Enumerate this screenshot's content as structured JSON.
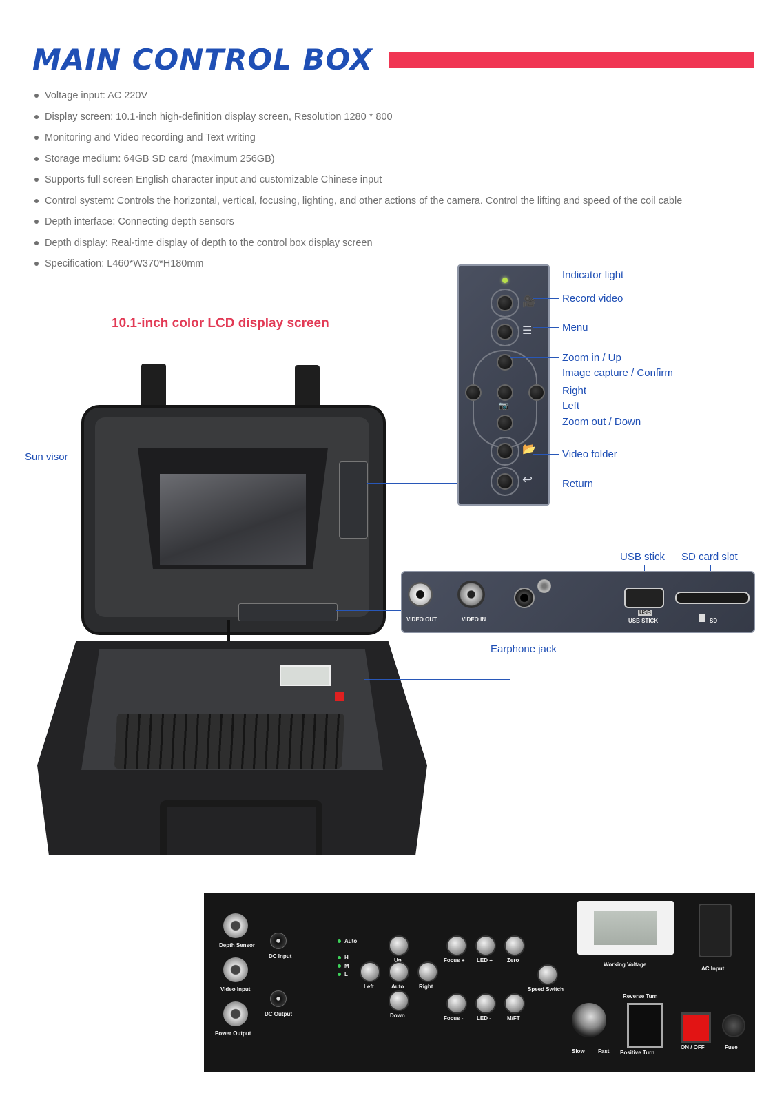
{
  "header": {
    "title": "MAIN CONTROL BOX",
    "accent_color": "#f03653",
    "title_color": "#1f4fb5"
  },
  "specs": [
    "Voltage input: AC 220V",
    "Display screen: 10.1-inch high-definition display screen, Resolution 1280 * 800",
    "Monitoring and Video recording and Text writing",
    "Storage medium: 64GB SD card (maximum 256GB)",
    "Supports full screen English character input and customizable Chinese input",
    "Control system: Controls the horizontal, vertical, focusing, lighting, and other actions of the camera. Control the lifting and speed of the coil cable",
    "Depth interface: Connecting depth sensors",
    "Depth display: Real-time display of depth to the control box display screen",
    "Specification:  L460*W370*H180mm"
  ],
  "callouts": {
    "lcd": "10.1-inch color LCD display screen",
    "sun_visor": "Sun visor",
    "indicator_light": "Indicator light",
    "record_video": "Record video",
    "menu": "Menu",
    "zoom_in": "Zoom in / Up",
    "image_capture": "Image capture / Confirm",
    "right": "Right",
    "left": "Left",
    "zoom_out": "Zoom out / Down",
    "video_folder": "Video folder",
    "return": "Return",
    "usb_stick": "USB stick",
    "sd_slot": "SD card slot",
    "earphone": "Earphone jack"
  },
  "io_panel": {
    "video_out": "VIDEO OUT",
    "video_in": "VIDEO IN",
    "usb": "USB STICK",
    "usb_tag": "USB",
    "sd": "SD"
  },
  "control_panel": {
    "depth_sensor": "Depth Sensor",
    "video_input": "Video Input",
    "power_output": "Power Output",
    "dc_input": "DC Input",
    "dc_output": "DC Output",
    "auto_led": "Auto",
    "h": "H",
    "m": "M",
    "l": "L",
    "up": "Up",
    "left": "Left",
    "auto": "Auto",
    "right": "Right",
    "down": "Down",
    "focus_plus": "Focus +",
    "led_plus": "LED +",
    "zero": "Zero",
    "focus_minus": "Focus -",
    "led_minus": "LED -",
    "mft": "M/FT",
    "speed_switch": "Speed Switch",
    "working_voltage": "Working Voltage",
    "ac_input": "AC Input",
    "reverse_turn": "Reverse Turn",
    "positive_turn": "Positive Turn",
    "slow": "Slow",
    "fast": "Fast",
    "on_off": "ON / OFF",
    "fuse": "Fuse"
  }
}
